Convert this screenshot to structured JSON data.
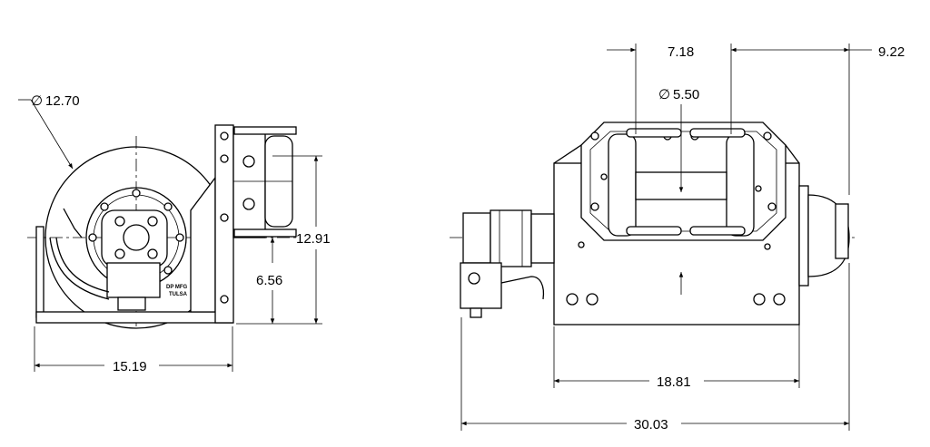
{
  "title": "Hydraulic winch dimensional drawing",
  "side_view": {
    "drum_diameter": "12.70",
    "overall_height": "12.91",
    "centerline_height": "6.56",
    "overall_width": "15.19",
    "logo_text": [
      "DP MFG",
      "TULSA"
    ]
  },
  "front_view": {
    "roller_spacing": "7.18",
    "roller_to_end": "9.22",
    "drum_core_diameter": "5.50",
    "base_length": "18.81",
    "overall_length": "30.03"
  },
  "diameter_symbol": "∅"
}
